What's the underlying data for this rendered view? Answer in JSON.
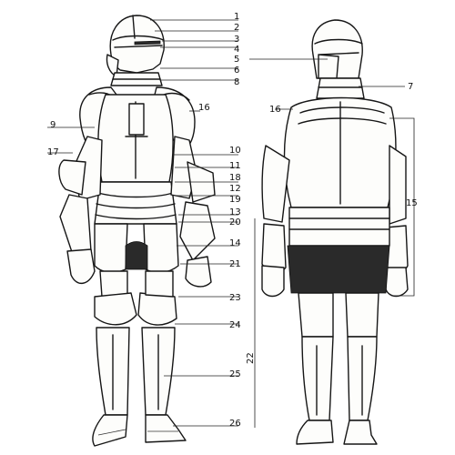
{
  "labels": [
    {
      "id": "1",
      "text": "1"
    },
    {
      "id": "2",
      "text": "2"
    },
    {
      "id": "3",
      "text": "3"
    },
    {
      "id": "4",
      "text": "4"
    },
    {
      "id": "5",
      "text": "5"
    },
    {
      "id": "6",
      "text": "6"
    },
    {
      "id": "7",
      "text": "7"
    },
    {
      "id": "8",
      "text": "8"
    },
    {
      "id": "9",
      "text": "9"
    },
    {
      "id": "10",
      "text": "10"
    },
    {
      "id": "11",
      "text": "11"
    },
    {
      "id": "12",
      "text": "12"
    },
    {
      "id": "13",
      "text": "13"
    },
    {
      "id": "14",
      "text": "14"
    },
    {
      "id": "15",
      "text": "15"
    },
    {
      "id": "16a",
      "text": "16"
    },
    {
      "id": "16b",
      "text": "16"
    },
    {
      "id": "17",
      "text": "17"
    },
    {
      "id": "18",
      "text": "18"
    },
    {
      "id": "19",
      "text": "19"
    },
    {
      "id": "20",
      "text": "20"
    },
    {
      "id": "21",
      "text": "21"
    },
    {
      "id": "22",
      "text": "22"
    },
    {
      "id": "23",
      "text": "23"
    },
    {
      "id": "24",
      "text": "24"
    },
    {
      "id": "25",
      "text": "25"
    },
    {
      "id": "26",
      "text": "26"
    }
  ]
}
